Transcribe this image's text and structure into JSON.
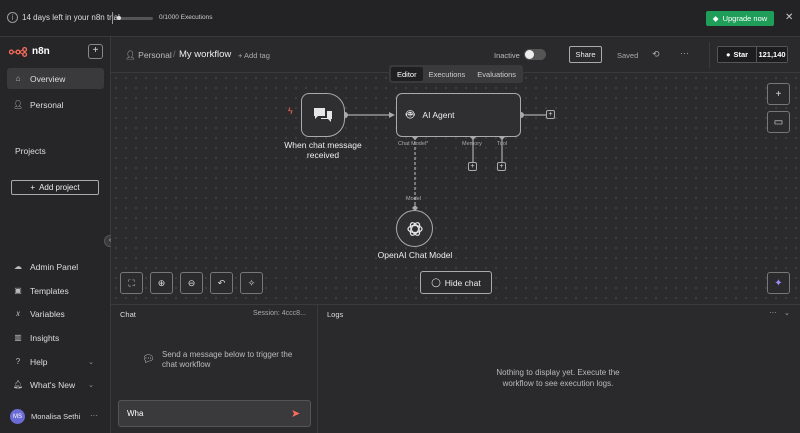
{
  "banner": {
    "trial_text": "14 days left in your n8n trial",
    "executions": "0/1000 Executions",
    "upgrade_label": "Upgrade now"
  },
  "sidebar": {
    "brand": "n8n",
    "overview": "Overview",
    "personal": "Personal",
    "projects_heading": "Projects",
    "add_project": "Add project",
    "bottom_items": [
      {
        "label": "Admin Panel",
        "icon": "cloud-icon"
      },
      {
        "label": "Templates",
        "icon": "box-icon"
      },
      {
        "label": "Variables",
        "icon": "variable-icon"
      },
      {
        "label": "Insights",
        "icon": "chart-icon"
      },
      {
        "label": "Help",
        "icon": "help-icon"
      },
      {
        "label": "What's New",
        "icon": "bell-icon"
      }
    ],
    "user_initials": "MS",
    "user_name": "Monalisa Sethi"
  },
  "header": {
    "project": "Personal",
    "workflow": "My workflow",
    "add_tag": "+ Add tag",
    "status": "Inactive",
    "share": "Share",
    "saved": "Saved",
    "github_star": "Star",
    "github_count": "121,140"
  },
  "canvas": {
    "tabs": [
      "Editor",
      "Executions",
      "Evaluations"
    ],
    "active_tab": "Editor",
    "trigger_node": "When chat message received",
    "agent_node": "AI Agent",
    "agent_inputs": [
      "Chat Model*",
      "Memory",
      "Tool"
    ],
    "model_connector": "Model",
    "model_node": "OpenAI Chat Model",
    "hide_chat": "Hide chat"
  },
  "chat": {
    "title": "Chat",
    "session": "Session: 4ccc8...",
    "hint": "Send a message below to trigger the chat workflow",
    "input_value": "Wha"
  },
  "logs": {
    "title": "Logs",
    "empty": "Nothing to display yet. Execute the workflow to see execution logs."
  },
  "colors": {
    "accent": "#ff6d5a",
    "upgrade": "#1f9e5a",
    "avatar": "#6b6bd6"
  }
}
